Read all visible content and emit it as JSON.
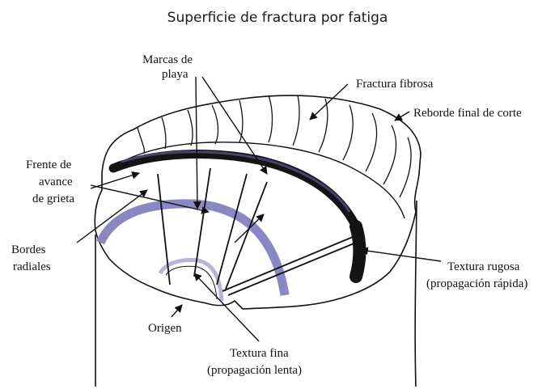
{
  "diagram": {
    "title": "Superficie de fractura por fatiga",
    "labels": {
      "marcas_playa": [
        "Marcas de",
        "playa"
      ],
      "fractura_fibrosa": "Fractura fibrosa",
      "reborde_final": "Reborde final de corte",
      "frente_avance": [
        "Frente de",
        "avance",
        "de grieta"
      ],
      "bordes_radiales": [
        "Bordes",
        "radiales"
      ],
      "textura_rugosa": [
        "Textura rugosa",
        "(propagación rápida)"
      ],
      "origen": "Origen",
      "textura_fina": [
        "Textura fina",
        "(propagación lenta)"
      ]
    },
    "colors": {
      "ink": "#111111",
      "crack_front": "#141416",
      "beach_mark": "#8a87c2",
      "origin_zone": "#b7b5d9"
    }
  }
}
